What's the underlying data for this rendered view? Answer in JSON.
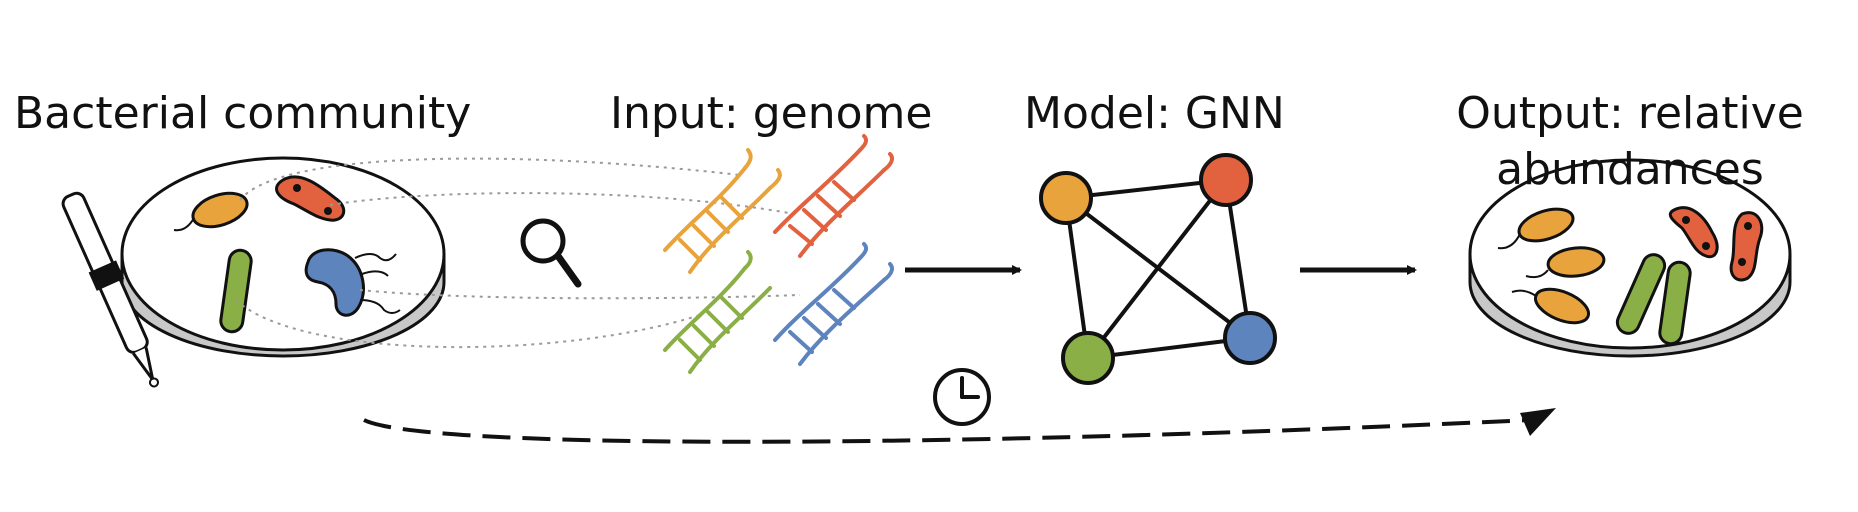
{
  "labels": {
    "community": "Bacterial community",
    "input": "Input: genome",
    "model": "Model: GNN",
    "output": "Output: relative abundances"
  },
  "colors": {
    "orange": "#E8A33D",
    "red": "#E2623F",
    "green": "#8BAF47",
    "blue": "#5E84BE",
    "dish_side": "#C8C8C8",
    "outline": "#111111",
    "dotted": "#9A9A9A"
  },
  "icons": [
    "pipette-icon",
    "magnifier-icon",
    "dna-icon",
    "clock-icon",
    "arrow-icon"
  ],
  "graph": {
    "nodes": [
      "orange",
      "red",
      "green",
      "blue"
    ],
    "edges": [
      [
        "orange",
        "red"
      ],
      [
        "orange",
        "green"
      ],
      [
        "orange",
        "blue"
      ],
      [
        "red",
        "green"
      ],
      [
        "red",
        "blue"
      ],
      [
        "green",
        "blue"
      ]
    ]
  }
}
